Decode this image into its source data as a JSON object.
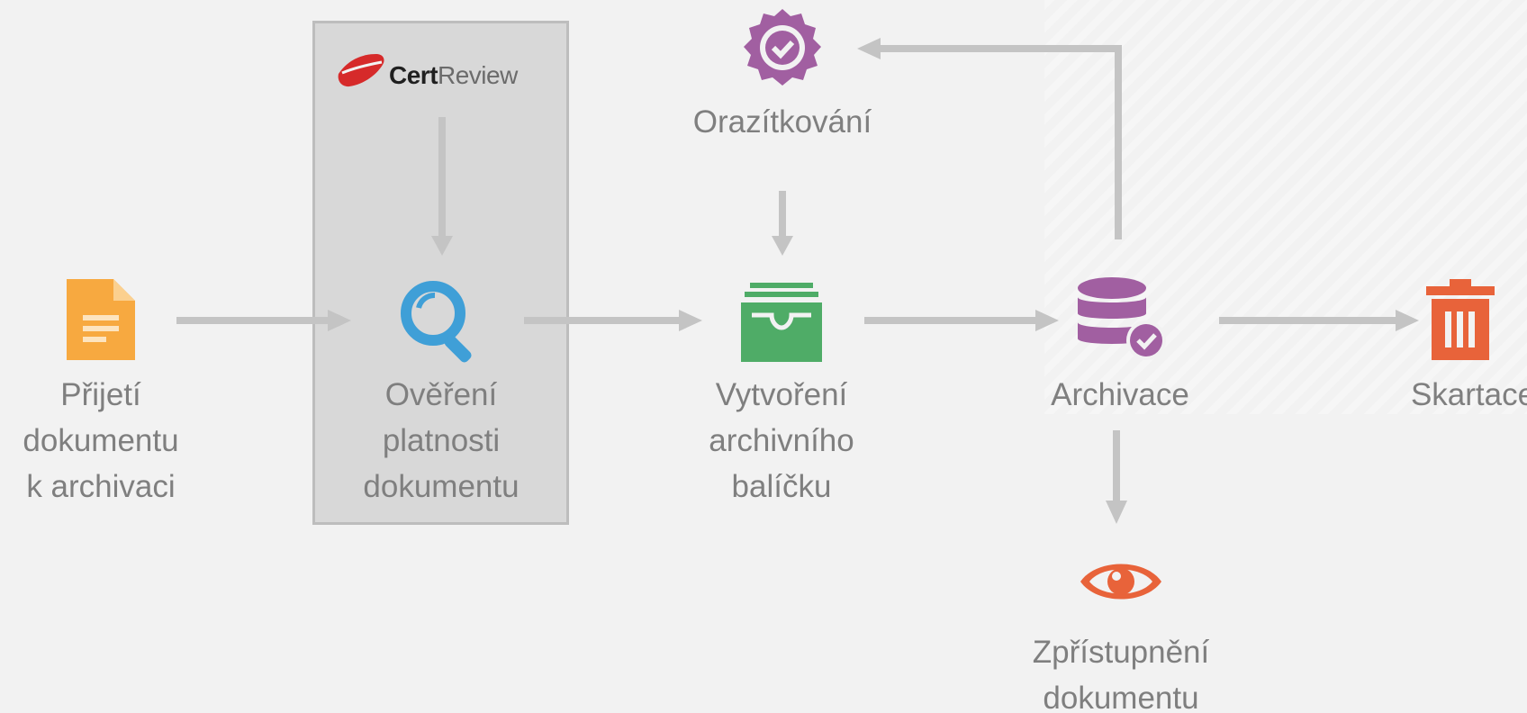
{
  "colors": {
    "background": "#f2f2f2",
    "arrow": "#c4c4c4",
    "label": "#7f7f7f",
    "document_icon": "#f7a940",
    "search_icon": "#3f9fd7",
    "archive_box_icon": "#4fac67",
    "database_icon": "#a15fa1",
    "stamp_icon": "#a15fa1",
    "trash_icon": "#e8633a",
    "eye_icon": "#e8633a",
    "logo_red": "#d62a2a"
  },
  "logo": {
    "brand": "CertReview"
  },
  "nodes": {
    "prijeti": {
      "icon": "document-icon",
      "lines": [
        "Přijetí",
        "dokumentu",
        "k archivaci"
      ]
    },
    "overeni": {
      "icon": "magnifier-icon",
      "lines": [
        "Ověření",
        "platnosti",
        "dokumentu"
      ]
    },
    "vytvoreni": {
      "icon": "archive-tray-icon",
      "lines": [
        "Vytvoření",
        "archivního",
        "balíčku"
      ]
    },
    "archivace": {
      "icon": "database-check-icon",
      "lines": [
        "Archivace"
      ]
    },
    "skartace": {
      "icon": "trash-icon",
      "lines": [
        "Skartace"
      ]
    },
    "orazitkovani": {
      "icon": "stamp-check-icon",
      "lines": [
        "Orazítkování"
      ]
    },
    "zpristupneni": {
      "icon": "eye-icon",
      "lines": [
        "Zpřístupnění",
        "dokumentu"
      ]
    }
  }
}
